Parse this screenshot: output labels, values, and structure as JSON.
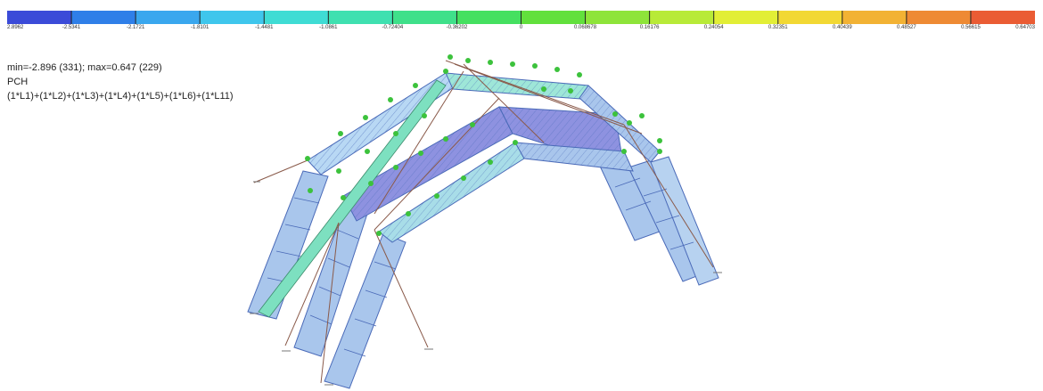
{
  "legend": {
    "colors": [
      "#3b4bd8",
      "#2f7fe8",
      "#3aa7ee",
      "#3fc6ec",
      "#3fdcd4",
      "#3fe0b0",
      "#3fe08a",
      "#45e060",
      "#62e03c",
      "#8ee43a",
      "#b8ea38",
      "#e2ee36",
      "#f2d834",
      "#f2b234",
      "#ee8a34",
      "#ea5c34"
    ],
    "tick_labels": [
      "2.8962",
      "-2.5341",
      "-2.1721",
      "-1.8101",
      "-1.4481",
      "-1.0861",
      "-0.72404",
      "-0.36202",
      "0",
      "0.068678",
      "0.16176",
      "0.24054",
      "0.32351",
      "0.40439",
      "0.48527",
      "0.56615",
      "0.64703"
    ]
  },
  "info": {
    "range": "min=-2.896 (331); max=0.647 (229)",
    "quantity": "PCH",
    "combination": "(1*L1)+(1*L2)+(1*L3)+(1*L4)+(1*L5)+(1*L6)+(1*L11)"
  },
  "colors": {
    "panel_fill": "#a9c6ec",
    "panel_stroke": "#4a6ab8",
    "diag_fill": "#8e92e0",
    "node": "#3cc23c",
    "member": "#8a5a4a"
  }
}
